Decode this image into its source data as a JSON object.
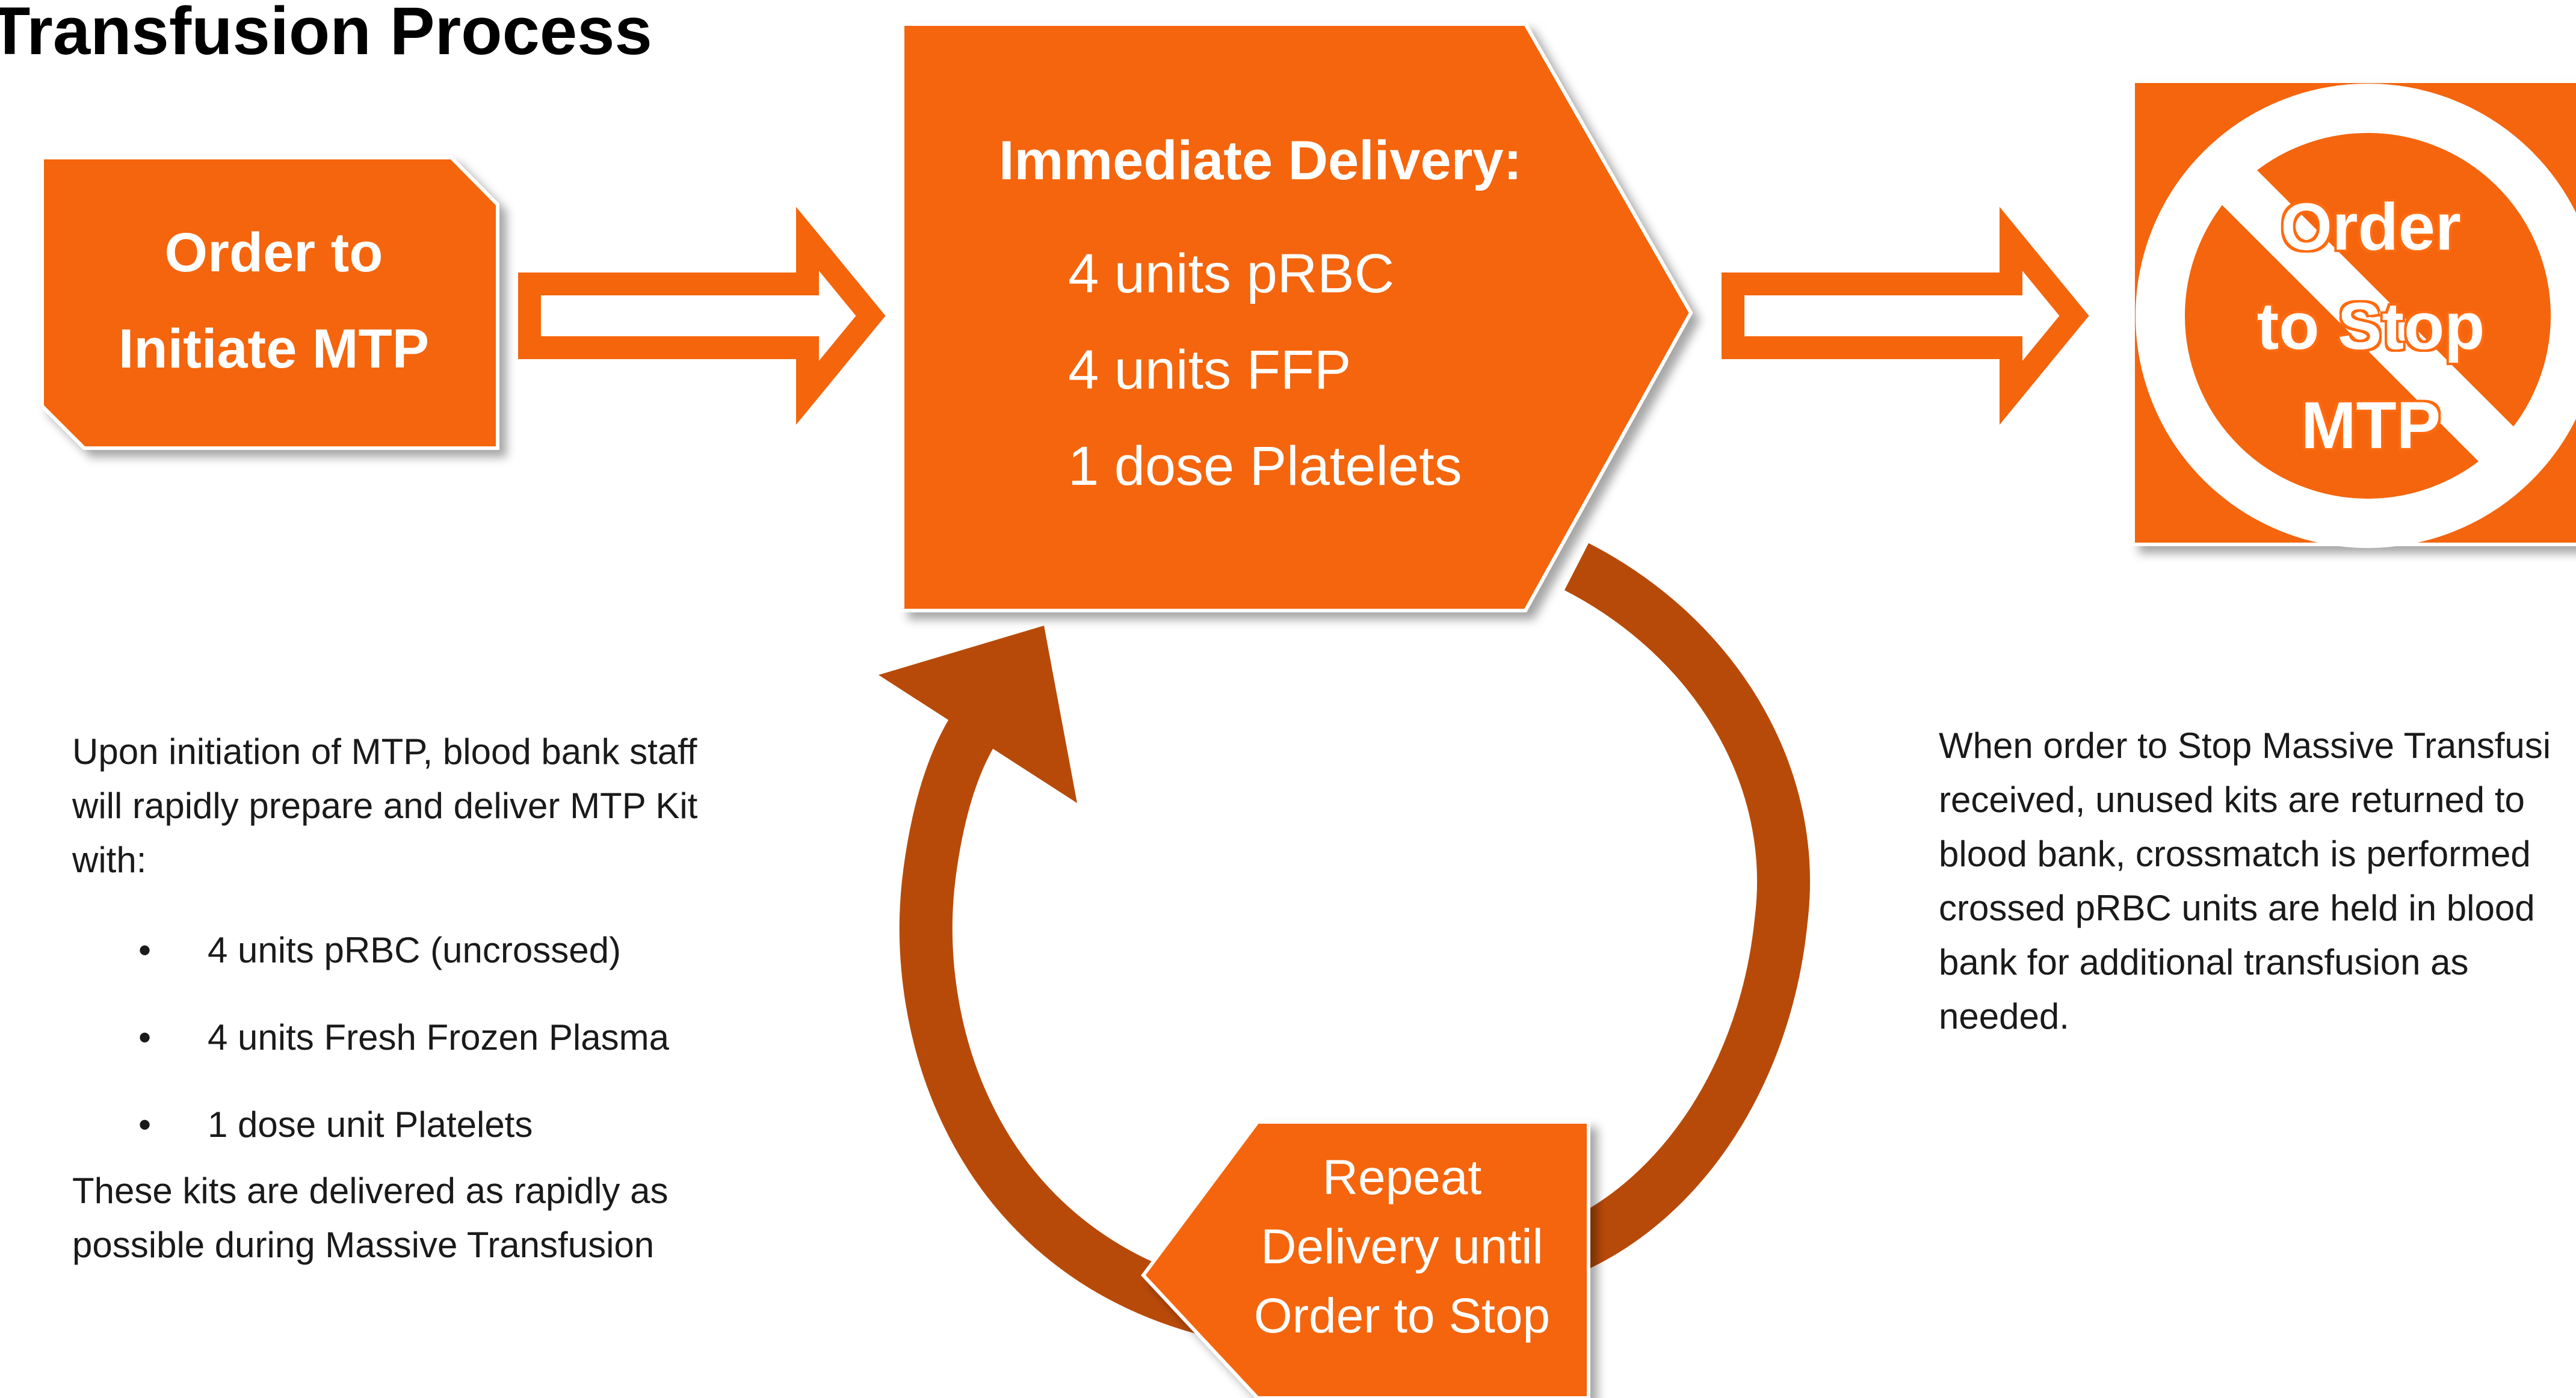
{
  "title": "Transfusion Process",
  "colors": {
    "orange": "#f4650c",
    "dark_orange": "#b84a09",
    "white": "#ffffff",
    "text": "#1a1a1a"
  },
  "order_box": {
    "label_line1": "Order to",
    "label_line2": "Initiate MTP"
  },
  "immediate_delivery": {
    "title": "Immediate Delivery:",
    "items": [
      "4 units pRBC",
      "4 units FFP",
      "1 dose Platelets"
    ]
  },
  "stop_box": {
    "label_line1": "Order",
    "label_line2": "to Stop",
    "label_line3": "MTP",
    "icon": "prohibition-icon"
  },
  "repeat_box": {
    "line1": "Repeat",
    "line2": "Delivery until",
    "line3": "Order to Stop"
  },
  "left_description": {
    "intro_line1": "Upon initiation of MTP, blood bank staff",
    "intro_line2": "will rapidly prepare and deliver MTP Kit",
    "intro_line3": "with:",
    "bullet_symbol": "•",
    "bullets": [
      "4 units pRBC (uncrossed)",
      "4 units Fresh Frozen Plasma",
      "1 dose unit Platelets"
    ],
    "outro_line1": "These kits are delivered as rapidly as",
    "outro_line2": "possible during Massive Transfusion"
  },
  "right_description": {
    "line1": "When order to Stop Massive Transfusi",
    "line2": "received, unused kits are returned to",
    "line3": "blood bank, crossmatch is performed",
    "line4": "crossed pRBC units are held in blood",
    "line5": "bank for additional transfusion as",
    "line6": "needed."
  }
}
